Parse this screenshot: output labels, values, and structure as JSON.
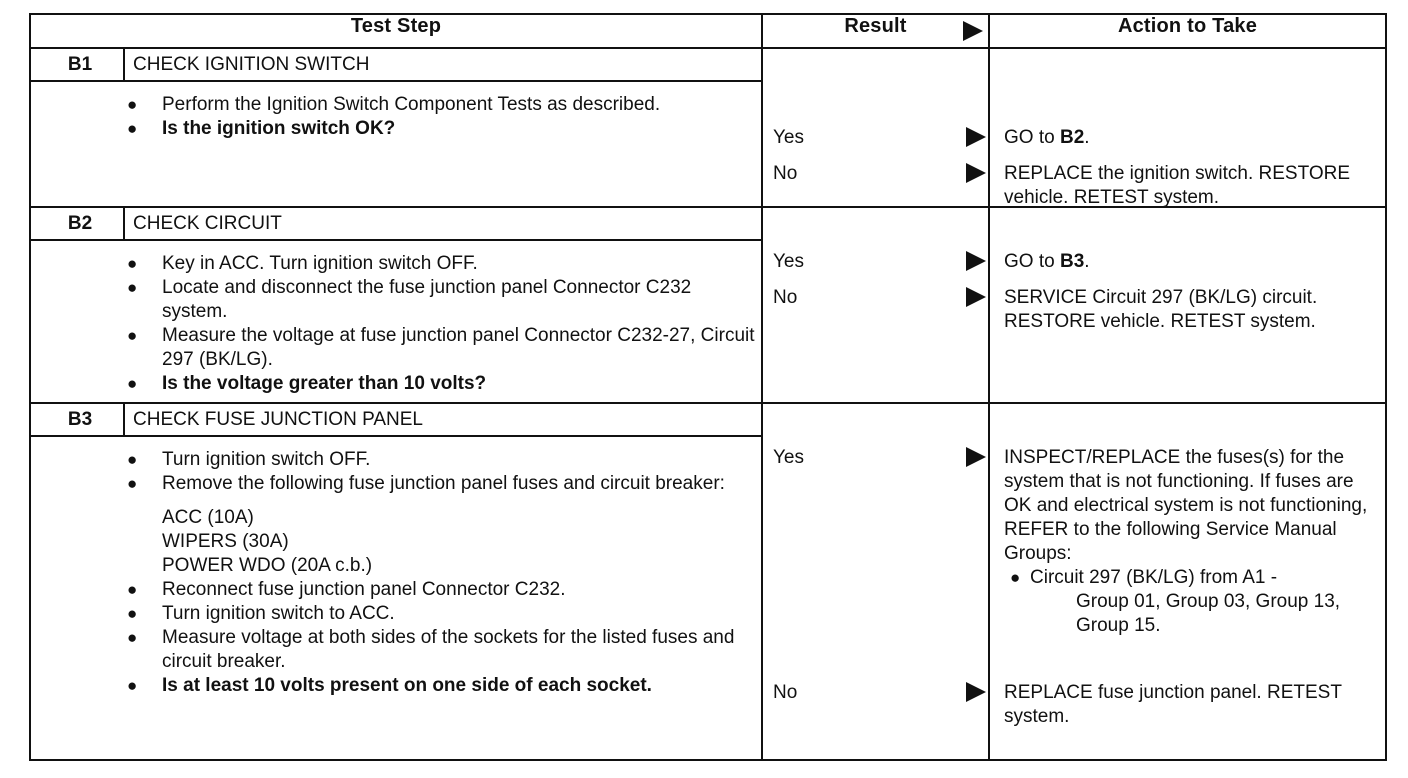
{
  "header": {
    "test_step": "Test Step",
    "result": "Result",
    "action": "Action to Take"
  },
  "steps": [
    {
      "id": "B1",
      "title": "CHECK IGNITION SWITCH",
      "items": [
        "Perform the Ignition Switch Component Tests as described.",
        "Is the ignition switch OK?"
      ],
      "results": [
        {
          "label": "Yes",
          "action_prefix": "GO to ",
          "action_bold": "B2",
          "action_suffix": "."
        },
        {
          "label": "No",
          "action_text": "REPLACE the ignition switch. RESTORE vehicle. RETEST system."
        }
      ]
    },
    {
      "id": "B2",
      "title": "CHECK CIRCUIT",
      "items": [
        "Key in ACC. Turn ignition switch OFF.",
        "Locate and disconnect the fuse junction panel Connector  C232 system.",
        "Measure the voltage at fuse junction panel Connector C232-27, Circuit 297 (BK/LG).",
        "Is the voltage greater than 10 volts?"
      ],
      "results": [
        {
          "label": "Yes",
          "action_prefix": "GO to ",
          "action_bold": "B3",
          "action_suffix": "."
        },
        {
          "label": "No",
          "action_text": "SERVICE Circuit 297 (BK/LG) circuit. RESTORE vehicle. RETEST system."
        }
      ]
    },
    {
      "id": "B3",
      "title": "CHECK FUSE JUNCTION PANEL",
      "items_a": [
        "Turn ignition switch OFF.",
        "Remove the following fuse junction panel fuses and circuit breaker:"
      ],
      "fuses": [
        "ACC (10A)",
        "WIPERS (30A)",
        "POWER WDO (20A c.b.)"
      ],
      "items_b": [
        "Reconnect fuse junction panel Connector C232.",
        "Turn ignition switch to ACC.",
        "Measure voltage at both sides of the sockets for the listed fuses and circuit breaker.",
        "Is at least 10 volts present on one side of each socket."
      ],
      "results": [
        {
          "label": "Yes",
          "action_text": "INSPECT/REPLACE the fuses(s) for the system that is not functioning. If fuses are OK and electrical system is not functioning, REFER to the following Service Manual Groups:",
          "action_bullet": "Circuit 297 (BK/LG) from A1 -",
          "action_bullet_cont": "Group 01, Group 03, Group 13, Group 15."
        },
        {
          "label": "No",
          "action_text": "REPLACE fuse junction panel. RETEST system."
        }
      ]
    }
  ],
  "bullet_glyph": "●"
}
